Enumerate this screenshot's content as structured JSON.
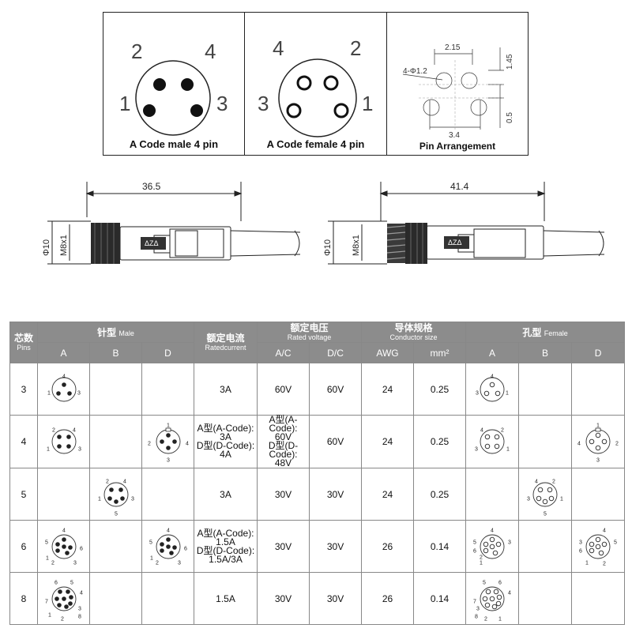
{
  "connectors": {
    "male": {
      "caption": "A Code male 4 pin",
      "pins": [
        "1",
        "2",
        "3",
        "4"
      ]
    },
    "female": {
      "caption": "A Code female 4 pin",
      "pins": [
        "1",
        "2",
        "3",
        "4"
      ]
    },
    "arrangement": {
      "caption": "Pin Arrangement",
      "hole": "4-Φ1.2",
      "dim_top": "2.15",
      "dim_bottom": "3.4",
      "dim_right_top": "1.45",
      "dim_right_bottom": "0.5"
    }
  },
  "cables": {
    "left": {
      "length": "36.5",
      "diameter": "Φ10",
      "thread": "M8x1"
    },
    "right": {
      "length": "41.4",
      "diameter": "Φ10",
      "thread": "M8x1"
    }
  },
  "table": {
    "header": {
      "pins_cn": "芯数",
      "pins_en": "Pins",
      "male_cn": "针型",
      "male_en": "Male",
      "current_cn": "额定电流",
      "current_en": "Ratedcurrent",
      "voltage_cn": "额定电压",
      "voltage_en": "Rated voltage",
      "conductor_cn": "导体规格",
      "conductor_en": "Conductor size",
      "female_cn": "孔型",
      "female_en": "Female",
      "a": "A",
      "b": "B",
      "d": "D",
      "ac": "A/C",
      "dc": "D/C",
      "awg": "AWG",
      "mm2": "mm²"
    },
    "rows": [
      {
        "pins": "3",
        "current": [
          "3A"
        ],
        "ac": [
          "60V"
        ],
        "dc": "60V",
        "awg": "24",
        "mm2": "0.25"
      },
      {
        "pins": "4",
        "current": [
          "A型(A-Code):",
          "3A",
          "D型(D-Code):",
          "4A"
        ],
        "ac": [
          "A型(A-Code):",
          "60V",
          "D型(D-Code):",
          "48V"
        ],
        "dc": "60V",
        "awg": "24",
        "mm2": "0.25"
      },
      {
        "pins": "5",
        "current": [
          "3A"
        ],
        "ac": [
          "30V"
        ],
        "dc": "30V",
        "awg": "24",
        "mm2": "0.25"
      },
      {
        "pins": "6",
        "current": [
          "A型(A-Code):",
          "1.5A",
          "D型(D-Code):",
          "1.5A/3A"
        ],
        "ac": [
          "30V"
        ],
        "dc": "30V",
        "awg": "26",
        "mm2": "0.14"
      },
      {
        "pins": "8",
        "current": [
          "1.5A"
        ],
        "ac": [
          "30V"
        ],
        "dc": "30V",
        "awg": "26",
        "mm2": "0.14"
      }
    ],
    "pinlabels": {
      "m3a": [
        "4",
        "1",
        "3"
      ],
      "m4a": [
        "2",
        "4",
        "1",
        "3"
      ],
      "m4d": [
        "1",
        "2",
        "4",
        "3"
      ],
      "m5b": [
        "2",
        "4",
        "1",
        "3",
        "5"
      ],
      "m6a": [
        "4",
        "5",
        "6",
        "3",
        "1",
        "2"
      ],
      "m6d": [
        "4",
        "5",
        "6",
        "3",
        "1",
        "2"
      ],
      "m8a": [
        "6",
        "5",
        "4",
        "7",
        "3",
        "1",
        "2",
        "8"
      ],
      "f3a": [
        "4",
        "3",
        "1"
      ],
      "f4a": [
        "4",
        "2",
        "3",
        "1"
      ],
      "f4d": [
        "1",
        "4",
        "2",
        "3"
      ],
      "f5b": [
        "4",
        "2",
        "3",
        "1",
        "5"
      ],
      "f6a": [
        "4",
        "5",
        "3",
        "6",
        "1",
        "2"
      ],
      "f6d": [
        "4",
        "3",
        "5",
        "6",
        "2",
        "1"
      ],
      "f8a": [
        "5",
        "6",
        "4",
        "7",
        "3",
        "8",
        "2",
        "1"
      ]
    }
  }
}
